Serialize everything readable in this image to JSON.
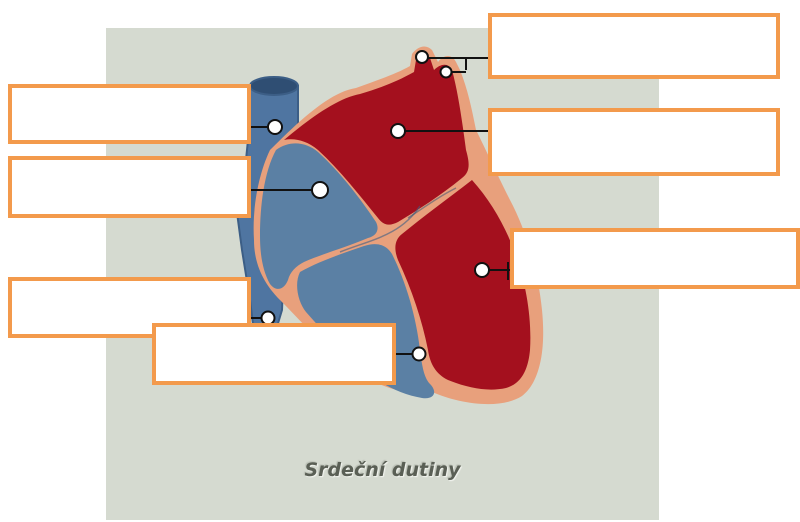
{
  "caption": "Srdeční dutiny",
  "colors": {
    "background_panel": "#d5dad0",
    "oxygenated_blood": "#a4101e",
    "deoxygenated_blood": "#5b80a4",
    "vessel_blue": "#4f75a1",
    "heart_wall": "#e8a07c",
    "label_border": "#f39a4c",
    "pointer_line": "#111111"
  },
  "label_boxes": [
    {
      "id": "top-right",
      "text": ""
    },
    {
      "id": "upper-right",
      "text": ""
    },
    {
      "id": "top-left",
      "text": ""
    },
    {
      "id": "mid-left",
      "text": ""
    },
    {
      "id": "right",
      "text": ""
    },
    {
      "id": "lower-left",
      "text": ""
    },
    {
      "id": "bottom",
      "text": ""
    }
  ]
}
